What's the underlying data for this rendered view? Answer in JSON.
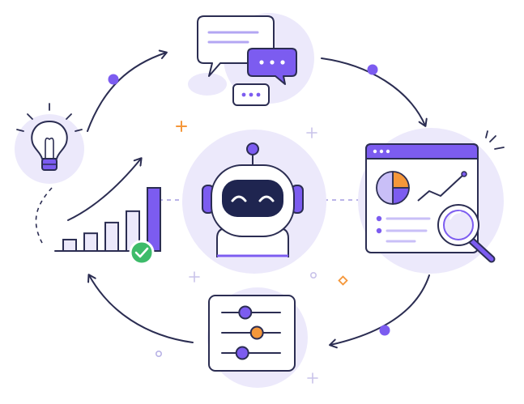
{
  "colors": {
    "stroke": "#2b2d52",
    "accent": "#7c5cf0",
    "accent_light": "#ece9fb",
    "accent_mid": "#c9bff7",
    "orange": "#f5973a",
    "green": "#3dbb6a",
    "robot_face": "#1f2550"
  },
  "nodes": [
    {
      "id": "robot",
      "icon": "robot-icon"
    },
    {
      "id": "chat",
      "icon": "chat-bubbles-icon"
    },
    {
      "id": "analytics",
      "icon": "analytics-dashboard-icon"
    },
    {
      "id": "settings",
      "icon": "sliders-panel-icon"
    },
    {
      "id": "growth",
      "icon": "growth-chart-icon"
    },
    {
      "id": "idea",
      "icon": "lightbulb-icon"
    }
  ],
  "cycle_direction": "clockwise",
  "growth_bars": [
    {
      "value": 0.18
    },
    {
      "value": 0.28
    },
    {
      "value": 0.45
    },
    {
      "value": 0.63
    },
    {
      "value": 1.0
    }
  ],
  "sliders": [
    {
      "level": 0.4,
      "color": "accent"
    },
    {
      "level": 0.6,
      "color": "orange"
    },
    {
      "level": 0.35,
      "color": "accent"
    }
  ],
  "pie_slices": [
    {
      "share": 0.25,
      "color": "orange"
    },
    {
      "share": 0.25,
      "color": "accent"
    },
    {
      "share": 0.5,
      "color": "accent_mid"
    }
  ]
}
